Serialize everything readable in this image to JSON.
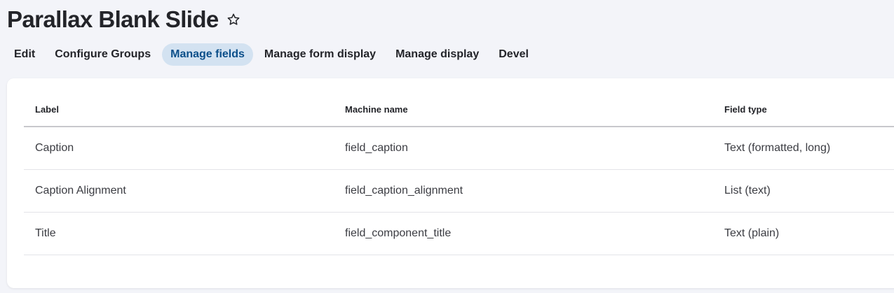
{
  "page": {
    "title": "Parallax Blank Slide",
    "favorite_icon": "star-outline-icon"
  },
  "tabs": [
    {
      "label": "Edit",
      "active": false
    },
    {
      "label": "Configure Groups",
      "active": false
    },
    {
      "label": "Manage fields",
      "active": true
    },
    {
      "label": "Manage form display",
      "active": false
    },
    {
      "label": "Manage display",
      "active": false
    },
    {
      "label": "Devel",
      "active": false
    }
  ],
  "table": {
    "headers": {
      "label": "Label",
      "machine_name": "Machine name",
      "field_type": "Field type"
    },
    "rows": [
      {
        "label": "Caption",
        "machine_name": "field_caption",
        "field_type": "Text (formatted, long)"
      },
      {
        "label": "Caption Alignment",
        "machine_name": "field_caption_alignment",
        "field_type": "List (text)"
      },
      {
        "label": "Title",
        "machine_name": "field_component_title",
        "field_type": "Text (plain)"
      }
    ]
  },
  "colors": {
    "background": "#f3f4f9",
    "active_tab_bg": "#d3e2f1",
    "active_tab_text": "#0b4f8a"
  }
}
